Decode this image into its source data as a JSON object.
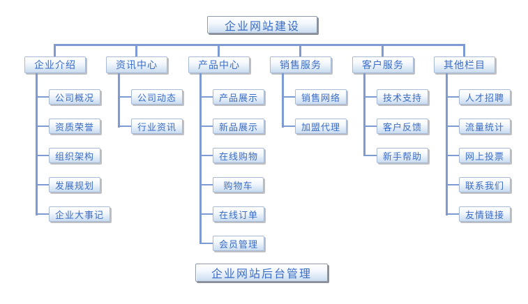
{
  "diagram": {
    "title": "企业网站建设",
    "root": {
      "label": "企业网站建设"
    },
    "columns": [
      {
        "label": "企业介绍",
        "children": [
          "公司概况",
          "资质荣誉",
          "组织架构",
          "发展规划",
          "企业大事记"
        ]
      },
      {
        "label": "资讯中心",
        "children": [
          "公司动态",
          "行业资讯"
        ]
      },
      {
        "label": "产品中心",
        "children": [
          "产品展示",
          "新品展示",
          "在线购物",
          "购物车",
          "在线订单",
          "会员管理"
        ]
      },
      {
        "label": "销售服务",
        "children": [
          "销售网络",
          "加盟代理"
        ]
      },
      {
        "label": "客户服务",
        "children": [
          "技术支持",
          "客户反馈",
          "新手帮助"
        ]
      },
      {
        "label": "其他栏目",
        "children": [
          "人才招聘",
          "流量统计",
          "网上投票",
          "联系我们",
          "友情链接"
        ]
      }
    ],
    "footer": {
      "label": "企业网站后台管理"
    },
    "colors": {
      "connector_line": "#7d9ad2",
      "node_text": "#3a6cc8",
      "node_fill_top": "#ffffff",
      "node_fill_bottom": "#c9dcf0",
      "node_border": "#a8bad6",
      "background": "#ffffff"
    }
  }
}
